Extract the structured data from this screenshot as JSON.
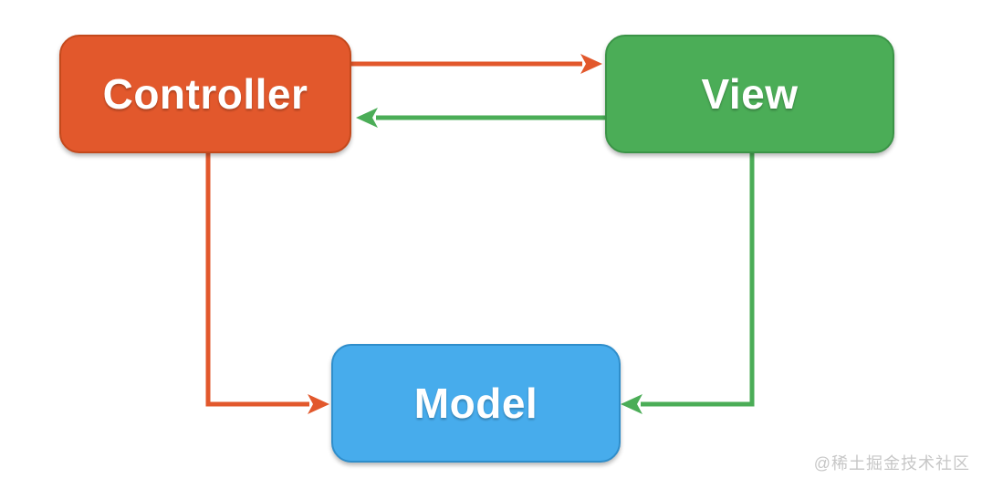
{
  "diagram": {
    "type": "flow-diagram",
    "subject": "MVC pattern"
  },
  "nodes": {
    "controller": {
      "label": "Controller"
    },
    "view": {
      "label": "View"
    },
    "model": {
      "label": "Model"
    }
  },
  "edges": [
    {
      "name": "controller-to-view",
      "from": "Controller",
      "to": "View",
      "color_key": "orange"
    },
    {
      "name": "view-to-controller",
      "from": "View",
      "to": "Controller",
      "color_key": "green"
    },
    {
      "name": "controller-to-model",
      "from": "Controller",
      "to": "Model",
      "color_key": "orange"
    },
    {
      "name": "view-to-model",
      "from": "View",
      "to": "Model",
      "color_key": "green"
    }
  ],
  "colors": {
    "orange": "#e2582c",
    "orange_border": "#c4491c",
    "green": "#4bad57",
    "green_border": "#3b9447",
    "blue": "#47acec",
    "blue_border": "#2f8ecb",
    "watermark_gray": "#c7c7c7"
  },
  "watermark": {
    "text": "@稀土掘金技术社区"
  }
}
